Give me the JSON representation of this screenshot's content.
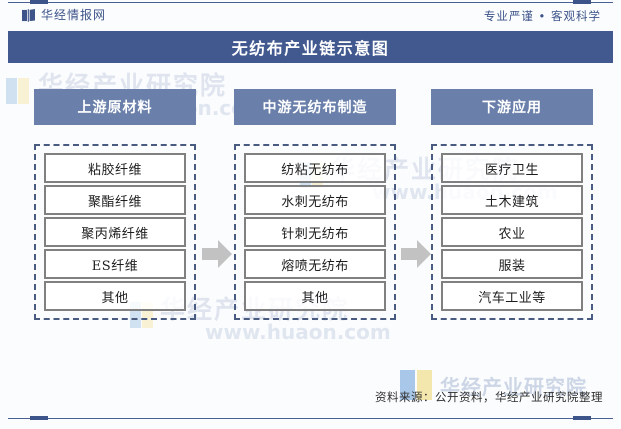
{
  "header": {
    "brand_name": "华经情报网",
    "brand_icon": "open-book-icon",
    "tagline": "专业严谨 • 客观科学"
  },
  "title": "无纺布产业链示意图",
  "colors": {
    "title_band": "#41598f",
    "column_header": "#6a80ab",
    "dashed_border": "#4a5b82",
    "item_border": "#808080",
    "arrow": "#bfbfbf",
    "rule": "#3d548a",
    "page_background": "#fbfcfd"
  },
  "columns": [
    {
      "header": "上游原材料",
      "items": [
        "粘胶纤维",
        "聚酯纤维",
        "聚丙烯纤维",
        "ES纤维",
        "其他"
      ]
    },
    {
      "header": "中游无纺布制造",
      "items": [
        "纺粘无纺布",
        "水刺无纺布",
        "针刺无纺布",
        "熔喷无纺布",
        "其他"
      ]
    },
    {
      "header": "下游应用",
      "items": [
        "医疗卫生",
        "土木建筑",
        "农业",
        "服装",
        "汽车工业等"
      ]
    }
  ],
  "arrows": [
    {
      "name": "arrow-upstream-to-midstream",
      "direction": "right"
    },
    {
      "name": "arrow-midstream-to-downstream",
      "direction": "right"
    }
  ],
  "footer": {
    "source": "资料来源：公开资料，华经产业研究院整理"
  },
  "watermarks": {
    "institute": "华经产业研究院",
    "url": "www.huaon.com"
  }
}
